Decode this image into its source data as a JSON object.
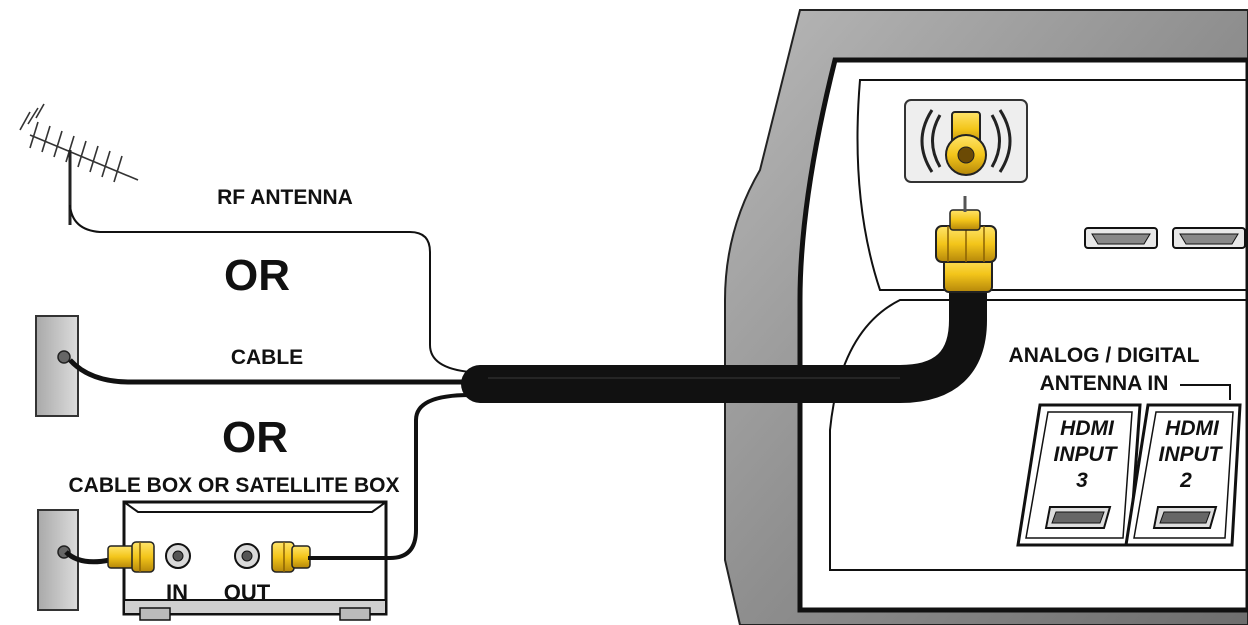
{
  "labels": {
    "rf_antenna": "RF ANTENNA",
    "or_1": "OR",
    "cable": "CABLE",
    "or_2": "OR",
    "cable_box": "CABLE BOX OR SATELLITE BOX",
    "in": "IN",
    "out": "OUT",
    "antenna_in_line1": "ANALOG / DIGITAL",
    "antenna_in_line2": "ANTENNA IN"
  },
  "hdmi_ports": [
    {
      "line1": "HDMI",
      "line2": "INPUT",
      "line3": "3"
    },
    {
      "line1": "HDMI",
      "line2": "INPUT",
      "line3": "2"
    }
  ],
  "colors": {
    "gold": "#f3c51a",
    "gold_dark": "#b5870a",
    "cable": "#111111",
    "tv_body": "#9a9a9a",
    "wallplate": "#cfcfcf"
  }
}
